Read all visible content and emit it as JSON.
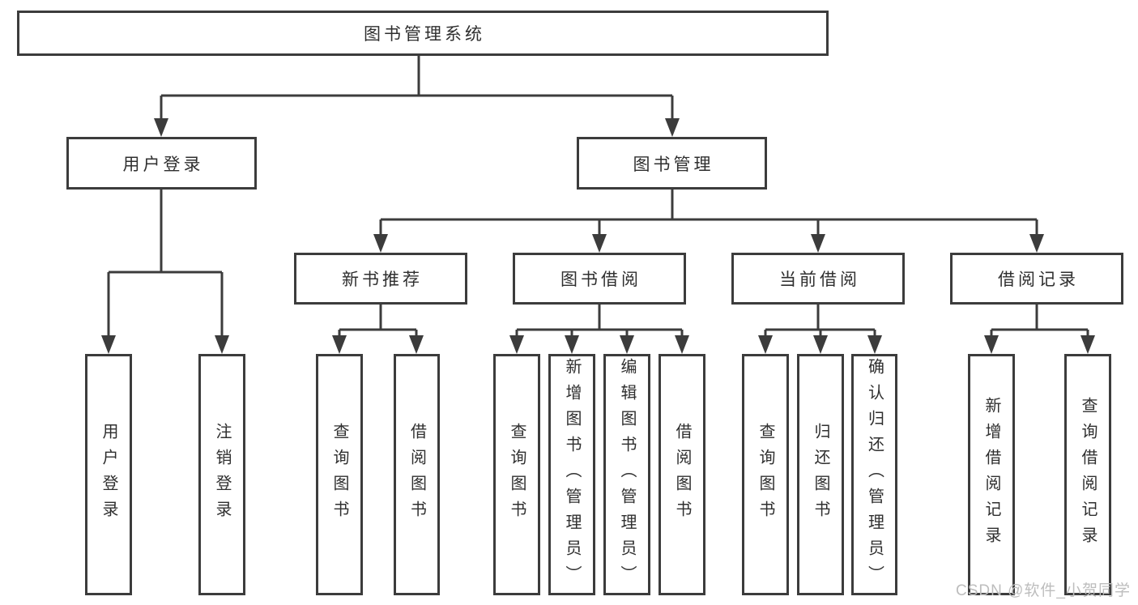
{
  "diagram_title": "图书管理系统",
  "colors": {
    "line": "#3c3c3c",
    "text": "#2f2f2f",
    "background": "#ffffff",
    "watermark": "#bdbdbd"
  },
  "nodes": {
    "root": {
      "label": "图书管理系统"
    },
    "user_login": {
      "label": "用户登录"
    },
    "book_mgmt": {
      "label": "图书管理"
    },
    "new_book": {
      "label": "新书推荐"
    },
    "book_borrow": {
      "label": "图书借阅"
    },
    "current_borrow": {
      "label": "当前借阅"
    },
    "borrow_record": {
      "label": "借阅记录"
    },
    "leaf_user_login": {
      "label": "用户登录"
    },
    "leaf_logout": {
      "label": "注销登录"
    },
    "leaf_nb_query": {
      "label": "查询图书"
    },
    "leaf_nb_borrow": {
      "label": "借阅图书"
    },
    "leaf_bb_query": {
      "label": "查询图书"
    },
    "leaf_bb_add": {
      "label": "新增图书（管理员）"
    },
    "leaf_bb_edit": {
      "label": "编辑图书（管理员）"
    },
    "leaf_bb_borrow": {
      "label": "借阅图书"
    },
    "leaf_cb_query": {
      "label": "查询图书"
    },
    "leaf_cb_return": {
      "label": "归还图书"
    },
    "leaf_cb_confirm": {
      "label": "确认归还（管理员）"
    },
    "leaf_br_add": {
      "label": "新增借阅记录"
    },
    "leaf_br_query": {
      "label": "查询借阅记录"
    }
  },
  "watermark": "CSDN @软件_小贺同学"
}
